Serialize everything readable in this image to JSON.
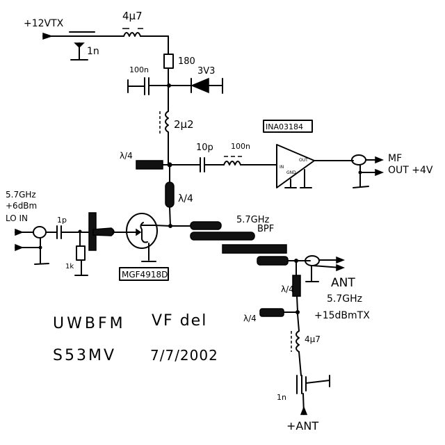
{
  "title": {
    "line1_left": "UWBFM",
    "line1_right": "VF del",
    "line2_left": "S53MV",
    "line2_right": "7/7/2002"
  },
  "supply": {
    "input_label": "+12VTX",
    "input_cap": "1n",
    "choke": "4μ7",
    "resistor": "180",
    "decoupling_cap": "100n",
    "zener": "3V3",
    "bias_choke": "2μ2"
  },
  "mixer_node": {
    "stub_label": "λ/4",
    "line_label": "λ/4",
    "coupling_cap": "10p",
    "if_choke": "100n"
  },
  "amplifier": {
    "part": "INA03184",
    "pin_in": "IN",
    "pin_out": "OUT",
    "pin_gnd": "GND"
  },
  "if_output": {
    "label_line1": "MF",
    "label_line2": "OUT +4V"
  },
  "lo_input": {
    "freq": "5.7GHz",
    "level": "+6dBm",
    "label": "LO IN",
    "cap": "1p",
    "resistor": "1k"
  },
  "transistor": {
    "part": "MGF4918D"
  },
  "filter": {
    "label_line1": "5.7GHz",
    "label_line2": "BPF"
  },
  "antenna": {
    "label": "ANT",
    "freq": "5.7GHz",
    "power": "+15dBmTX",
    "line_label": "λ/4",
    "stub_label": "λ/4",
    "choke": "4μ7",
    "cap": "1n",
    "supply_label": "+ANT"
  }
}
